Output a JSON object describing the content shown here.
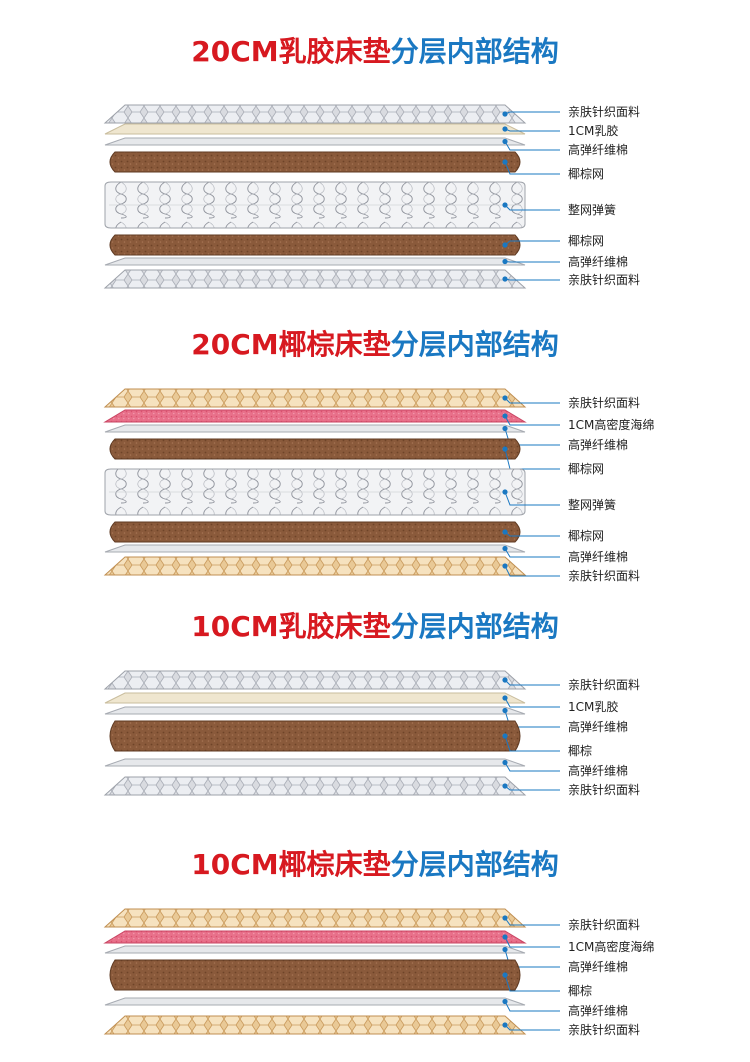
{
  "colors": {
    "red": "#d71920",
    "blue": "#1a78c2",
    "leader": "#1a78c2"
  },
  "sections": [
    {
      "title_red": "20CM乳胶床垫",
      "title_blue": "分层内部结构",
      "layers": [
        {
          "type": "fabric-gray",
          "label": "亲肤针织面料"
        },
        {
          "type": "latex",
          "label": "1CM乳胶"
        },
        {
          "type": "fiber",
          "label": "高弹纤维棉"
        },
        {
          "type": "coir-thin",
          "label": "椰棕网"
        },
        {
          "type": "spring",
          "label": "整网弹簧"
        },
        {
          "type": "coir-thin",
          "label": "椰棕网"
        },
        {
          "type": "fiber",
          "label": "高弹纤维棉"
        },
        {
          "type": "fabric-gray",
          "label": "亲肤针织面料"
        }
      ]
    },
    {
      "title_red": "20CM椰棕床垫",
      "title_blue": "分层内部结构",
      "layers": [
        {
          "type": "fabric-gold",
          "label": "亲肤针织面料"
        },
        {
          "type": "sponge",
          "label": "1CM高密度海绵"
        },
        {
          "type": "fiber",
          "label": "高弹纤维棉"
        },
        {
          "type": "coir-thin",
          "label": "椰棕网"
        },
        {
          "type": "spring",
          "label": "整网弹簧"
        },
        {
          "type": "coir-thin",
          "label": "椰棕网"
        },
        {
          "type": "fiber",
          "label": "高弹纤维棉"
        },
        {
          "type": "fabric-gold",
          "label": "亲肤针织面料"
        }
      ]
    },
    {
      "title_red": "10CM乳胶床垫",
      "title_blue": "分层内部结构",
      "layers": [
        {
          "type": "fabric-gray",
          "label": "亲肤针织面料"
        },
        {
          "type": "latex",
          "label": "1CM乳胶"
        },
        {
          "type": "fiber",
          "label": "高弹纤维棉"
        },
        {
          "type": "coir-thick",
          "label": "椰棕"
        },
        {
          "type": "fiber",
          "label": "高弹纤维棉"
        },
        {
          "type": "fabric-gray",
          "label": "亲肤针织面料"
        }
      ]
    },
    {
      "title_red": "10CM椰棕床垫",
      "title_blue": "分层内部结构",
      "layers": [
        {
          "type": "fabric-gold",
          "label": "亲肤针织面料"
        },
        {
          "type": "sponge",
          "label": "1CM高密度海绵"
        },
        {
          "type": "fiber",
          "label": "高弹纤维棉"
        },
        {
          "type": "coir-thick",
          "label": "椰棕"
        },
        {
          "type": "fiber",
          "label": "高弹纤维棉"
        },
        {
          "type": "fabric-gold",
          "label": "亲肤针织面料"
        }
      ]
    }
  ]
}
